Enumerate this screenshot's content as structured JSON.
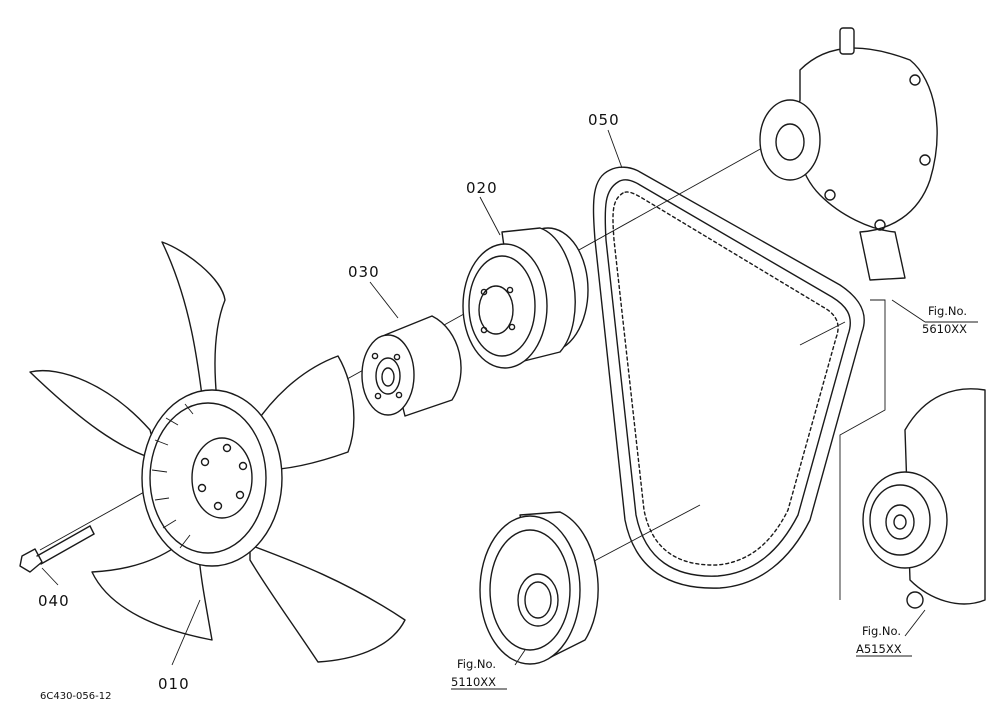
{
  "parts": [
    {
      "id": "part-010",
      "number": "010"
    },
    {
      "id": "part-020",
      "number": "020"
    },
    {
      "id": "part-030",
      "number": "030"
    },
    {
      "id": "part-040",
      "number": "040"
    },
    {
      "id": "part-050",
      "number": "050"
    }
  ],
  "figure_refs": [
    {
      "id": "fig-water-pump",
      "line1": "Fig.No.",
      "line2": "5610XX"
    },
    {
      "id": "fig-alternator",
      "line1": "Fig.No.",
      "line2": "A515XX"
    },
    {
      "id": "fig-crank-pulley",
      "line1": "Fig.No.",
      "line2": "5110XX"
    }
  ],
  "drawing_code": "6C430-056-12"
}
